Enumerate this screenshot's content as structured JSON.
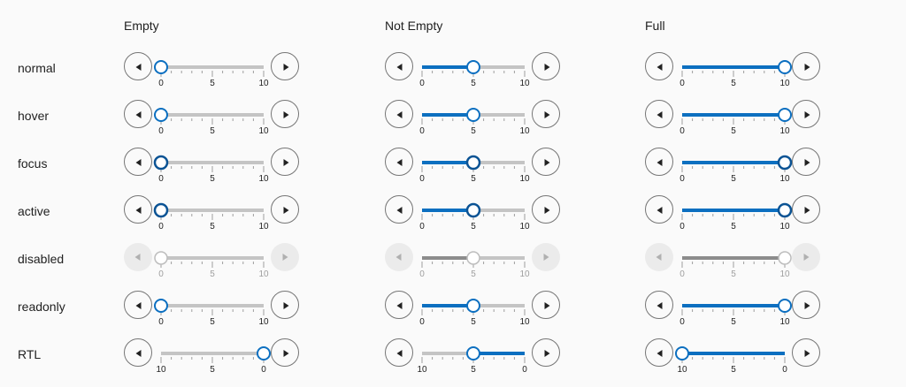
{
  "columns": [
    {
      "label": "Empty",
      "value": 0
    },
    {
      "label": "Not Empty",
      "value": 5
    },
    {
      "label": "Full",
      "value": 10
    }
  ],
  "rows": [
    {
      "label": "normal",
      "state": "normal"
    },
    {
      "label": "hover",
      "state": "hover"
    },
    {
      "label": "focus",
      "state": "focus"
    },
    {
      "label": "active",
      "state": "active"
    },
    {
      "label": "disabled",
      "state": "disabled"
    },
    {
      "label": "readonly",
      "state": "readonly"
    },
    {
      "label": "RTL",
      "state": "rtl"
    }
  ],
  "slider": {
    "min": 0,
    "max": 10,
    "tick_labels": [
      "0",
      "5",
      "10"
    ],
    "decrement_icon": "caret-left-icon",
    "increment_icon": "caret-right-icon"
  },
  "colors": {
    "accent": "#0c6fc0",
    "accent_dark": "#0b5394",
    "track": "#c4c4c4",
    "tick": "#9e9e9e",
    "disabled_fill": "#8c8c8c",
    "disabled_thumb": "#bdbdbd",
    "disabled_button": "#ebebeb"
  }
}
